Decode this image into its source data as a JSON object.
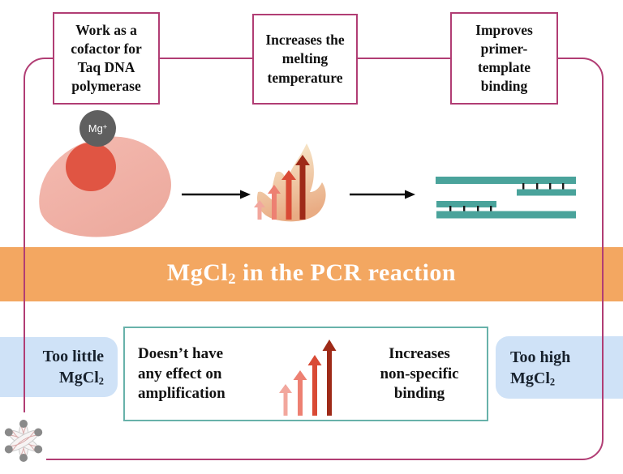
{
  "diagram_title": {
    "prefix": "MgCl",
    "sub": "2",
    "suffix": " in the PCR reaction"
  },
  "top_boxes": [
    {
      "label": "Work as a\ncofactor for\nTaq DNA\npolymerase"
    },
    {
      "label": "Increases the\nmelting\ntemperature"
    },
    {
      "label": "Improves\nprimer-\ntemplate\nbinding"
    }
  ],
  "mg_ion": {
    "symbol": "Mg",
    "charge": "+"
  },
  "low_box": {
    "line1": "Too little",
    "formula": "MgCl",
    "formula_sub": "2"
  },
  "high_box": {
    "line1": "Too high",
    "formula": "MgCl",
    "formula_sub": "2"
  },
  "effect_box": {
    "left_text": "Doesn’t have\nany effect on\namplification",
    "right_text": "Increases\nnon-specific\nbinding"
  },
  "icons": {
    "enzyme": "taq-polymerase-blob-icon",
    "mg": "magnesium-ion-icon",
    "flame": "melting-temperature-flame-icon",
    "dna": "primer-template-dna-icon",
    "amplification": "amplification-arrows-icon",
    "logo": "dna-snowflake-logo-icon",
    "connectors": "right-arrow-icon"
  },
  "colors": {
    "frame_pink": "#b13d74",
    "banner_orange": "#f3a761",
    "banner_text": "#ffffff",
    "light_blue": "#cfe2f7",
    "teal_border": "#68b2aa",
    "dna_teal": "#4aa39b",
    "tick_dark": "#1c1c1c",
    "enzyme_light": "#f2b5aa",
    "enzyme_dark": "#e05543",
    "mg_gray": "#5f5f5f",
    "black_arrow": "#0c0c0c",
    "flame_top": "#f9efd3",
    "flame_bottom": "#e9ac84",
    "arrow_ramp_0": "#f2a79d",
    "arrow_ramp_1": "#ed8072",
    "arrow_ramp_2": "#d94a35",
    "arrow_ramp_3": "#9e2a18",
    "logo_gray": "#8a8a8a",
    "logo_band": "#cccccc"
  }
}
